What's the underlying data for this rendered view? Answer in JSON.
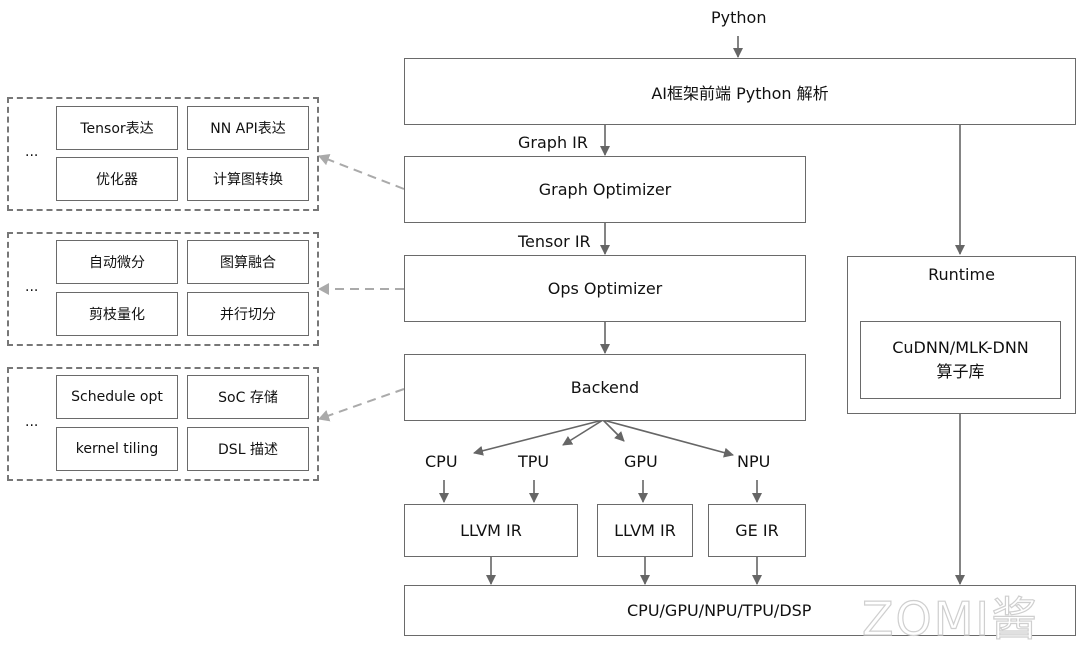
{
  "input_label": "Python",
  "frontend": "AI框架前端 Python 解析",
  "graph_ir": "Graph IR",
  "graph_optimizer": "Graph Optimizer",
  "tensor_ir": "Tensor IR",
  "ops_optimizer": "Ops Optimizer",
  "backend": "Backend",
  "targets": {
    "cpu": "CPU",
    "tpu": "TPU",
    "gpu": "GPU",
    "npu": "NPU"
  },
  "ir_boxes": {
    "llvm_cpu": "LLVM IR",
    "llvm_gpu": "LLVM IR",
    "ge": "GE IR"
  },
  "hardware": "CPU/GPU/NPU/TPU/DSP",
  "runtime": {
    "title": "Runtime",
    "lib_line1": "CuDNN/MLK-DNN",
    "lib_line2": "算子库"
  },
  "groups": {
    "graph": {
      "ellipsis": "...",
      "items": [
        "Tensor表达",
        "NN API表达",
        "优化器",
        "计算图转换"
      ]
    },
    "ops": {
      "ellipsis": "...",
      "items": [
        "自动微分",
        "图算融合",
        "剪枝量化",
        "并行切分"
      ]
    },
    "backend": {
      "ellipsis": "...",
      "items": [
        "Schedule opt",
        "SoC 存储",
        "kernel tiling",
        "DSL 描述"
      ]
    }
  },
  "watermark": "ZOMI酱",
  "colors": {
    "border": "#6a6a6a",
    "arrow": "#666666",
    "dashed_arrow": "#aaaaaa"
  }
}
